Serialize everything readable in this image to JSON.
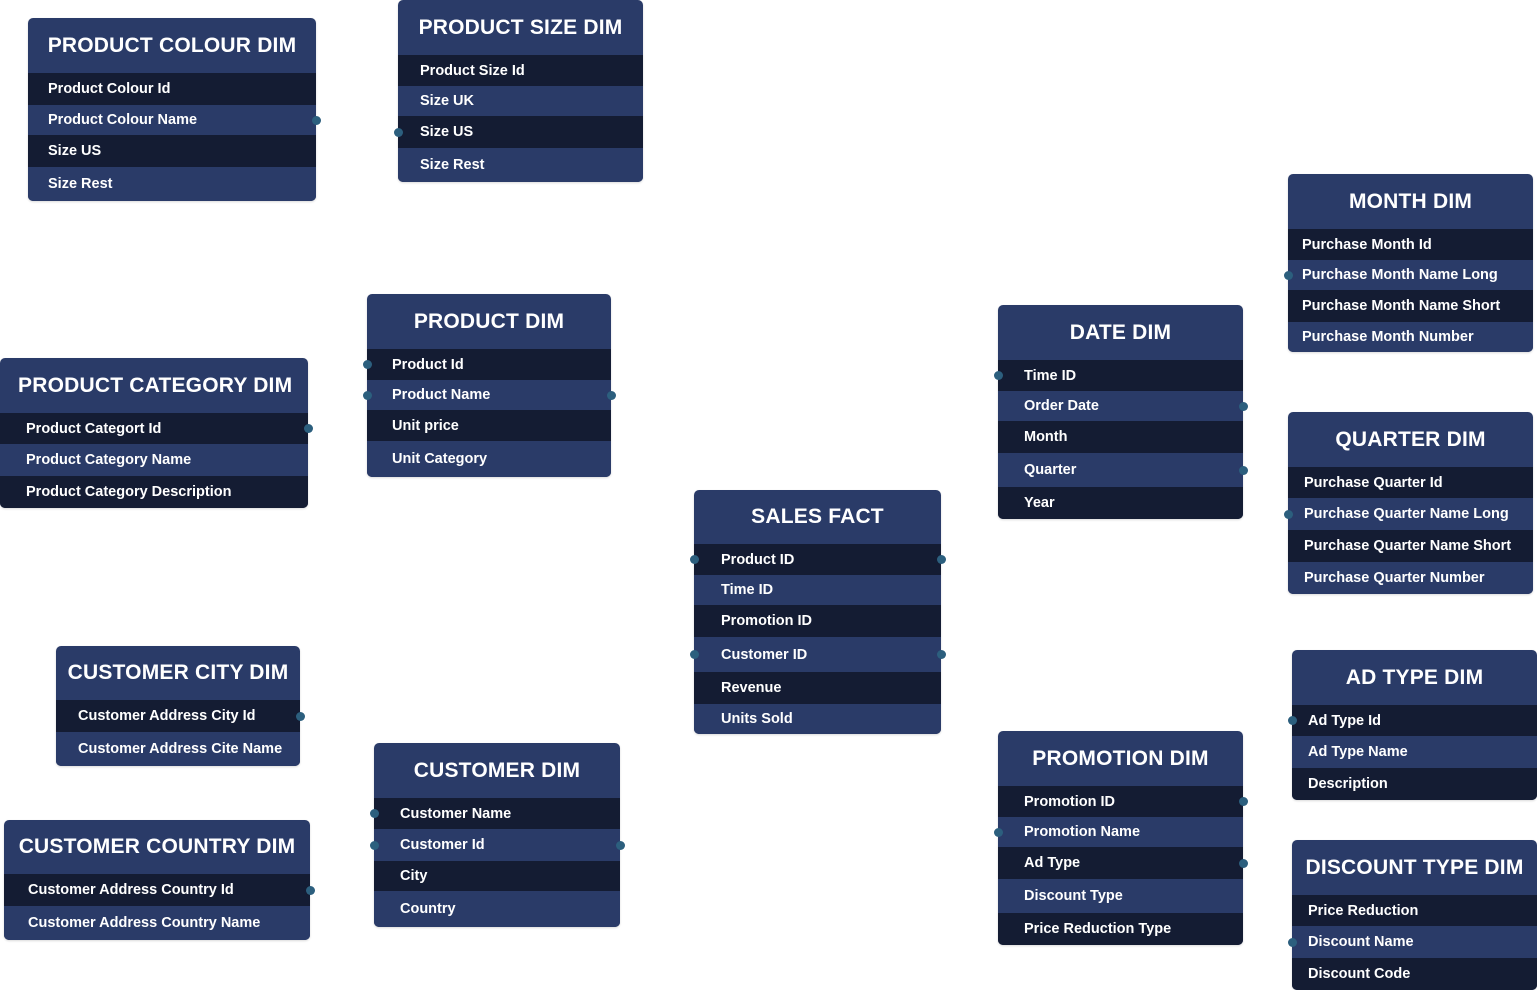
{
  "tables": {
    "product_colour": {
      "title": "PRODUCT COLOUR DIM",
      "fields": [
        "Product Colour Id",
        "Product Colour Name",
        "Size US",
        "Size Rest"
      ]
    },
    "product_size": {
      "title": "PRODUCT SIZE DIM",
      "fields": [
        "Product Size Id",
        "Size UK",
        "Size US",
        "Size Rest"
      ]
    },
    "month": {
      "title": "MONTH DIM",
      "fields": [
        "Purchase Month Id",
        "Purchase Month Name Long",
        "Purchase Month Name Short",
        "Purchase Month Number"
      ]
    },
    "product": {
      "title": "PRODUCT DIM",
      "fields": [
        "Product Id",
        "Product Name",
        "Unit price",
        "Unit Category"
      ]
    },
    "date": {
      "title": "DATE DIM",
      "fields": [
        "Time ID",
        "Order Date",
        "Month",
        "Quarter",
        "Year"
      ]
    },
    "product_category": {
      "title": "PRODUCT CATEGORY DIM",
      "fields": [
        "Product Categort Id",
        "Product Category Name",
        "Product Category Description"
      ]
    },
    "quarter": {
      "title": "QUARTER  DIM",
      "fields": [
        "Purchase Quarter Id",
        "Purchase Quarter Name Long",
        "Purchase Quarter Name Short",
        "Purchase Quarter Number"
      ]
    },
    "sales_fact": {
      "title": "SALES FACT",
      "fields": [
        "Product ID",
        "Time ID",
        "Promotion ID",
        "Customer ID",
        "Revenue",
        "Units Sold"
      ]
    },
    "customer_city": {
      "title": "CUSTOMER CITY DIM",
      "fields": [
        "Customer Address City Id",
        "Customer Address Cite Name"
      ]
    },
    "ad_type": {
      "title": "AD TYPE DIM",
      "fields": [
        "Ad Type Id",
        "Ad Type Name",
        "Description"
      ]
    },
    "customer": {
      "title": "CUSTOMER  DIM",
      "fields": [
        "Customer Name",
        "Customer Id",
        "City",
        "Country"
      ]
    },
    "promotion": {
      "title": "PROMOTION DIM",
      "fields": [
        "Promotion ID",
        "Promotion Name",
        "Ad Type",
        "Discount Type",
        "Price Reduction Type"
      ]
    },
    "customer_country": {
      "title": "CUSTOMER COUNTRY DIM",
      "fields": [
        "Customer Address Country Id",
        "Customer Address Country Name"
      ]
    },
    "discount_type": {
      "title": "DISCOUNT TYPE DIM",
      "fields": [
        "Price Reduction",
        "Discount Name",
        "Discount Code"
      ]
    }
  },
  "colors": {
    "header": "#2a3b68",
    "row_dark": "#141c33",
    "row_light": "#2a3b68",
    "connector": "#2c5f7e",
    "text": "#ffffff"
  }
}
